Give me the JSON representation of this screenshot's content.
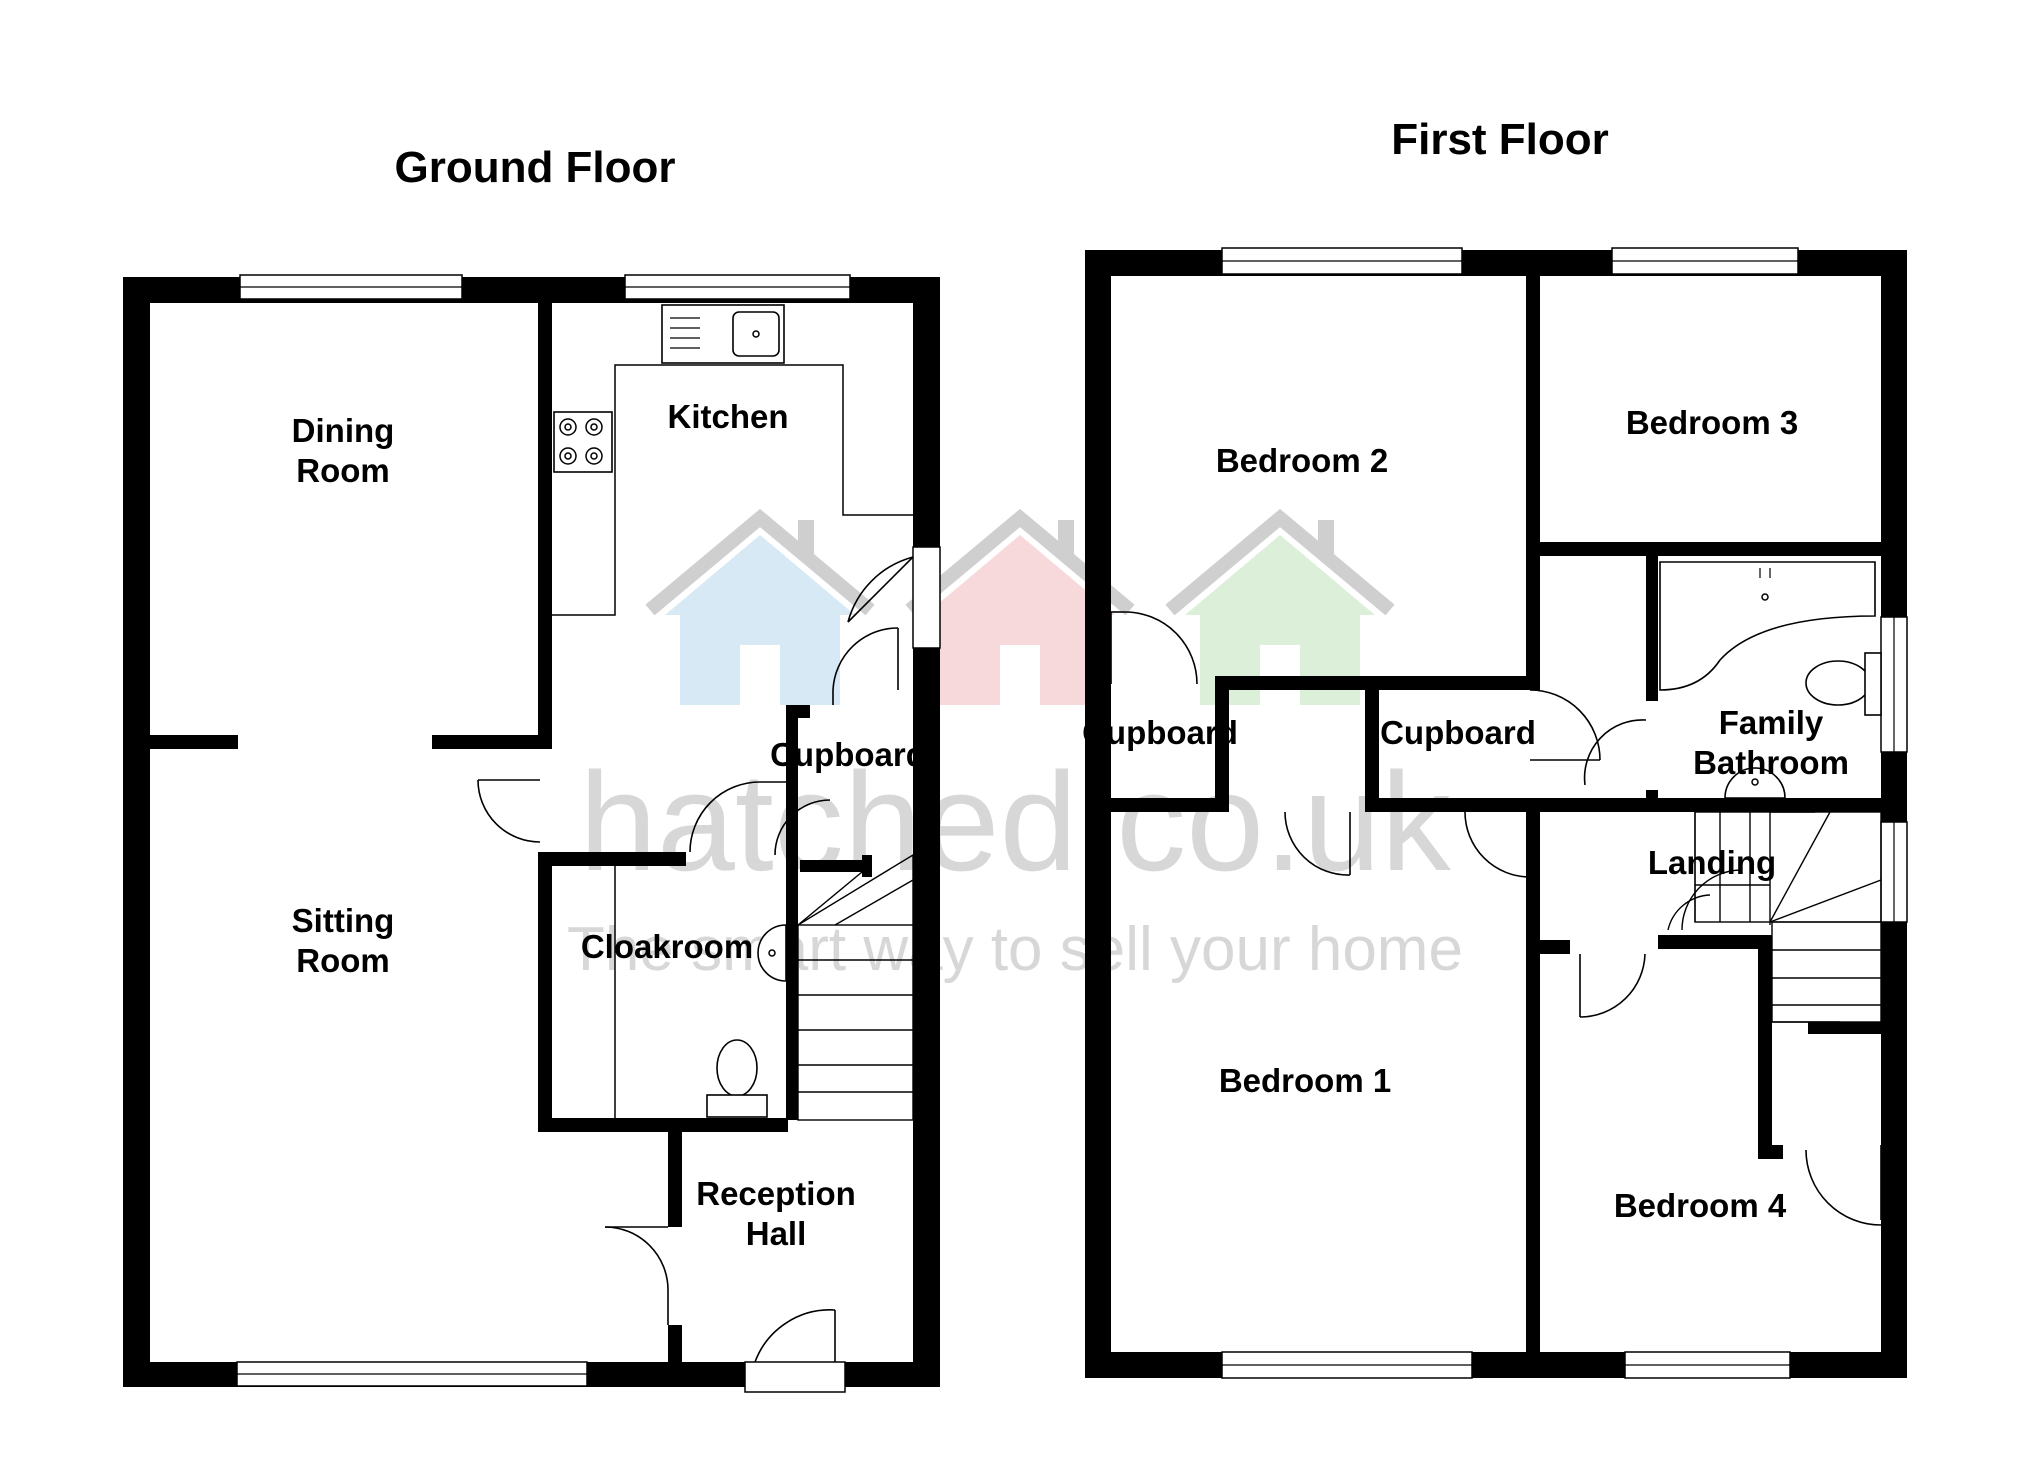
{
  "floors": {
    "ground": {
      "title": "Ground Floor",
      "rooms": {
        "dining": [
          "Dining",
          "Room"
        ],
        "kitchen": "Kitchen",
        "sitting": [
          "Sitting",
          "Room"
        ],
        "cupboard": "Cupboard",
        "cloakroom": "Cloakroom",
        "reception": [
          "Reception",
          "Hall"
        ]
      }
    },
    "first": {
      "title": "First Floor",
      "rooms": {
        "bedroom2": "Bedroom 2",
        "bedroom3": "Bedroom 3",
        "cupboard_left": "Cupboard",
        "cupboard_mid": "Cupboard",
        "bathroom": [
          "Family",
          "Bathroom"
        ],
        "landing": "Landing",
        "bedroom1": "Bedroom 1",
        "bedroom4": "Bedroom 4"
      }
    }
  },
  "watermark": {
    "brand": "hatched.co.uk",
    "tagline": "The smart way to sell your home",
    "colors": [
      "#d6e9f5",
      "#f7d9dc",
      "#dbefd9"
    ]
  },
  "colors": {
    "wall": "#000000",
    "background": "#ffffff",
    "watermark_text": "#c9c9c9"
  }
}
